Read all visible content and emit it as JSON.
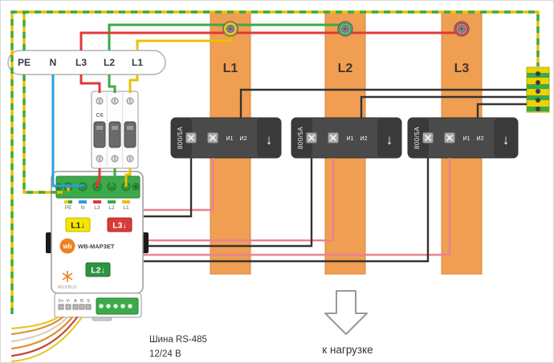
{
  "diagram": {
    "supply": {
      "labels": [
        "PE",
        "N",
        "L3",
        "L2",
        "L1"
      ]
    },
    "breaker": {
      "label": "C6"
    },
    "busbars": [
      {
        "label": "L1"
      },
      {
        "label": "L2"
      },
      {
        "label": "L3"
      }
    ],
    "ct": {
      "rating": "800/5А",
      "t1": "И1",
      "t2": "И2"
    },
    "icons": {
      "ct_flow_arrow": "↓"
    },
    "meter": {
      "brand": "wb",
      "model": "WB-MAP3ET",
      "terminals": [
        "PE",
        "N",
        "L3",
        "L2",
        "L1"
      ],
      "tags": {
        "l1": "L1↓",
        "l3": "L3↓",
        "l2": "L2↓"
      },
      "modbus_label": "MODBUS",
      "bus_terminals": [
        "V+",
        "V-",
        "A",
        "B",
        "S"
      ]
    },
    "annotations": {
      "rs485_bus": "Шина RS-485",
      "power": "12/24 В",
      "load": "к нагрузке"
    },
    "colors": {
      "pe_yellow": "#e8c000",
      "pe_green": "#3aaa4a",
      "neutral_blue": "#2aa0dc",
      "phase_l1_yellow": "#e6c200",
      "phase_l2_green": "#3aaa4a",
      "phase_l3_red": "#e03a3a",
      "busbar_orange": "#f09e52",
      "ct_body_gray": "#4a4a4a",
      "ct_wire_black": "#333333",
      "ct_wire_pink": "#e8828f",
      "brand_orange": "#f08020"
    }
  }
}
